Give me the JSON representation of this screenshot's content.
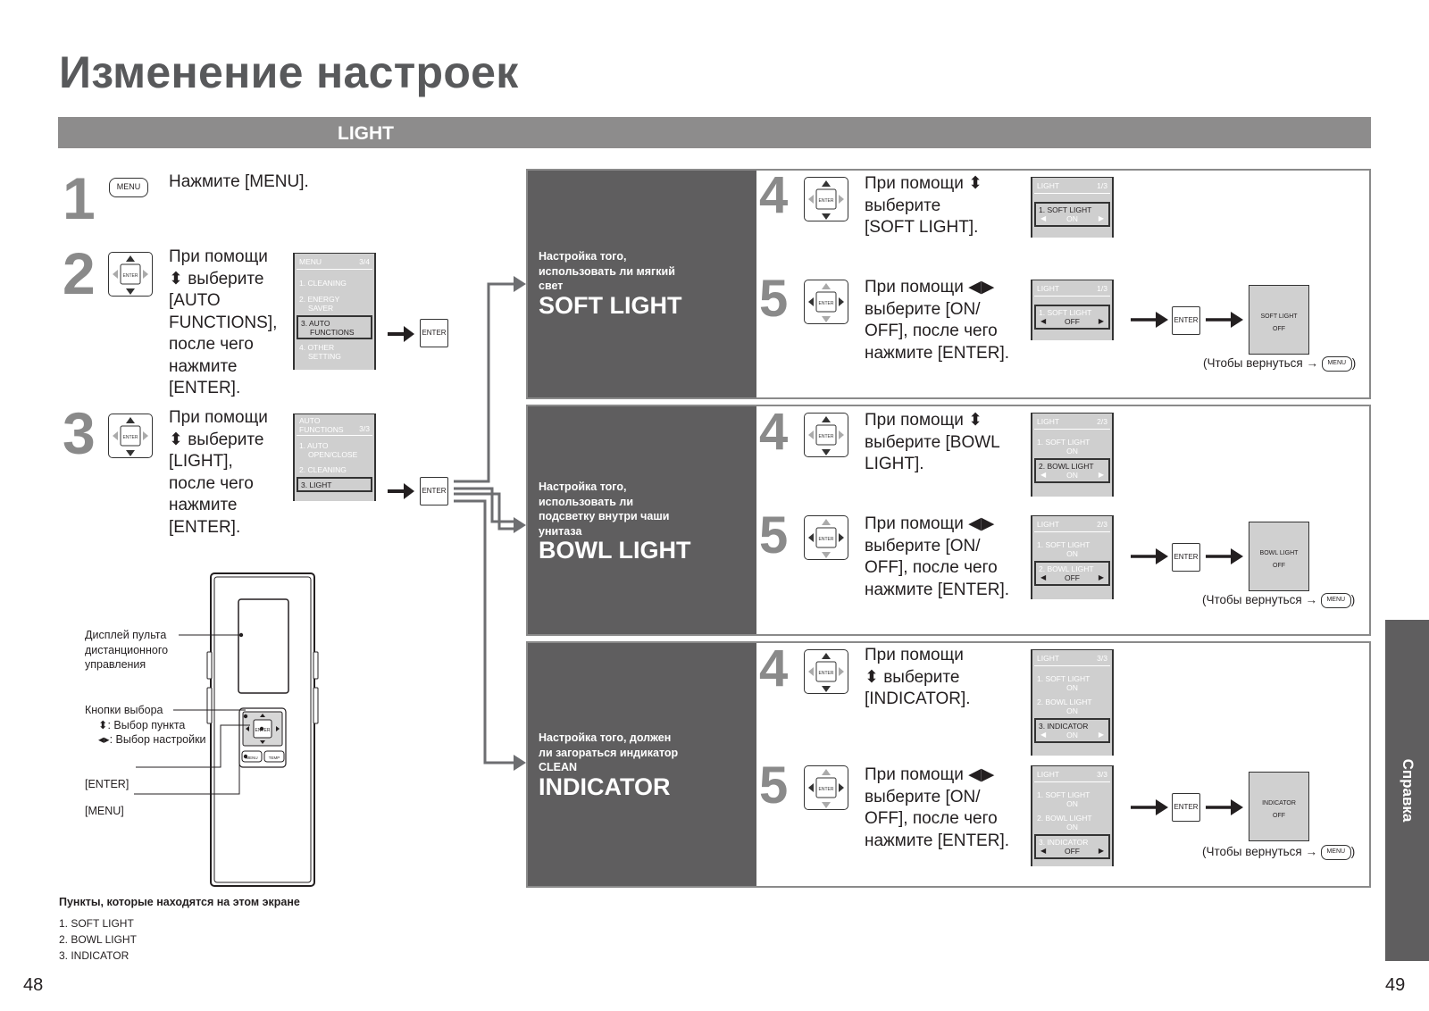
{
  "page_title": "Изменение настроек",
  "section_label": "LIGHT",
  "steps": {
    "s1": {
      "num": "1",
      "text": "Нажмите [MENU]."
    },
    "s2": {
      "num": "2",
      "lines": [
        "При помощи",
        "⬍ выберите",
        "[AUTO",
        "FUNCTIONS],",
        "после чего",
        "нажмите",
        "[ENTER]."
      ]
    },
    "s3": {
      "num": "3",
      "lines": [
        "При помощи",
        "⬍ выберите",
        "[LIGHT],",
        "после чего",
        "нажмите",
        "[ENTER]."
      ]
    }
  },
  "buttons": {
    "menu": "MENU",
    "enter": "ENTER",
    "temp": "TEMP"
  },
  "lcd_menu": {
    "title": "MENU",
    "page": "3/4",
    "items": [
      "1. CLEANING",
      "2. ENERGY",
      "SAVER",
      "3. AUTO",
      "FUNCTIONS",
      "4. OTHER",
      "SETTING"
    ]
  },
  "lcd_auto": {
    "title1": "AUTO",
    "title2": "FUNCTIONS",
    "page": "3/3",
    "items": [
      "1. AUTO",
      "OPEN/CLOSE",
      "2. CLEANING",
      "3. LIGHT"
    ]
  },
  "panels": [
    {
      "subtitle": [
        "Настройка того,",
        "использовать ли мягкий",
        "свет"
      ],
      "title": "SOFT LIGHT",
      "step4": {
        "num": "4",
        "lines": [
          "При помощи ⬍",
          "выберите",
          "[SOFT LIGHT]."
        ]
      },
      "step5": {
        "num": "5",
        "lines": [
          "При помощи ◀▶",
          "выберите [ON/",
          "OFF], после чего",
          "нажмите [ENTER]."
        ]
      },
      "lcd4": {
        "title": "LIGHT",
        "page": "1/3",
        "sel": "1. SOFT LIGHT",
        "val": "ON"
      },
      "lcd5": {
        "title": "LIGHT",
        "page": "1/3",
        "sel": "1. SOFT LIGHT",
        "val": "OFF"
      },
      "final": [
        "SOFT LIGHT",
        "OFF"
      ],
      "return_text": "(Чтобы вернуться →",
      "return_close": ")"
    },
    {
      "subtitle": [
        "Настройка того,",
        "использовать ли",
        "подсветку внутри чаши",
        "унитаза"
      ],
      "title": "BOWL LIGHT",
      "step4": {
        "num": "4",
        "lines": [
          "При помощи ⬍",
          "выберите [BOWL",
          "LIGHT]."
        ]
      },
      "step5": {
        "num": "5",
        "lines": [
          "При помощи ◀▶",
          "выберите [ON/",
          "OFF], после чего",
          "нажмите [ENTER]."
        ]
      },
      "lcd4": {
        "title": "LIGHT",
        "page": "2/3",
        "items": [
          "1. SOFT LIGHT",
          "ON"
        ],
        "sel": "2. BOWL LIGHT",
        "val": "ON"
      },
      "lcd5": {
        "title": "LIGHT",
        "page": "2/3",
        "items": [
          "1. SOFT LIGHT",
          "ON"
        ],
        "sel": "2. BOWL LIGHT",
        "val": "OFF"
      },
      "final": [
        "BOWL LIGHT",
        "OFF"
      ],
      "return_text": "(Чтобы вернуться →",
      "return_close": ")"
    },
    {
      "subtitle": [
        "Настройка того, должен",
        "ли загораться индикатор",
        "CLEAN"
      ],
      "title": "INDICATOR",
      "step4": {
        "num": "4",
        "lines": [
          "При помощи",
          "⬍ выберите",
          "[INDICATOR]."
        ]
      },
      "step5": {
        "num": "5",
        "lines": [
          "При помощи ◀▶",
          "выберите [ON/",
          "OFF], после чего",
          "нажмите [ENTER]."
        ]
      },
      "lcd4": {
        "title": "LIGHT",
        "page": "3/3",
        "items": [
          "1. SOFT LIGHT",
          "ON",
          "2. BOWL LIGHT",
          "ON"
        ],
        "sel": "3. INDICATOR",
        "val": "ON"
      },
      "lcd5": {
        "title": "LIGHT",
        "page": "3/3",
        "items": [
          "1. SOFT LIGHT",
          "ON",
          "2. BOWL LIGHT",
          "ON"
        ],
        "sel": "3. INDICATOR",
        "val": "OFF"
      },
      "final": [
        "INDICATOR",
        "OFF"
      ],
      "return_text": "(Чтобы вернуться →",
      "return_close": ")"
    }
  ],
  "remote": {
    "display_label": [
      "Дисплей пульта",
      "дистанционного",
      "управления"
    ],
    "select_label": "Кнопки выбора",
    "select_up": ": Выбор пункта",
    "select_lr": ": Выбор настройки",
    "enter_label": "[ENTER]",
    "menu_label": "[MENU]"
  },
  "items_heading": "Пункты, которые находятся на этом экране",
  "items": [
    "1. SOFT LIGHT",
    "2. BOWL LIGHT",
    "3. INDICATOR"
  ],
  "side_tab": "Справка",
  "page_left": "48",
  "page_right": "49"
}
